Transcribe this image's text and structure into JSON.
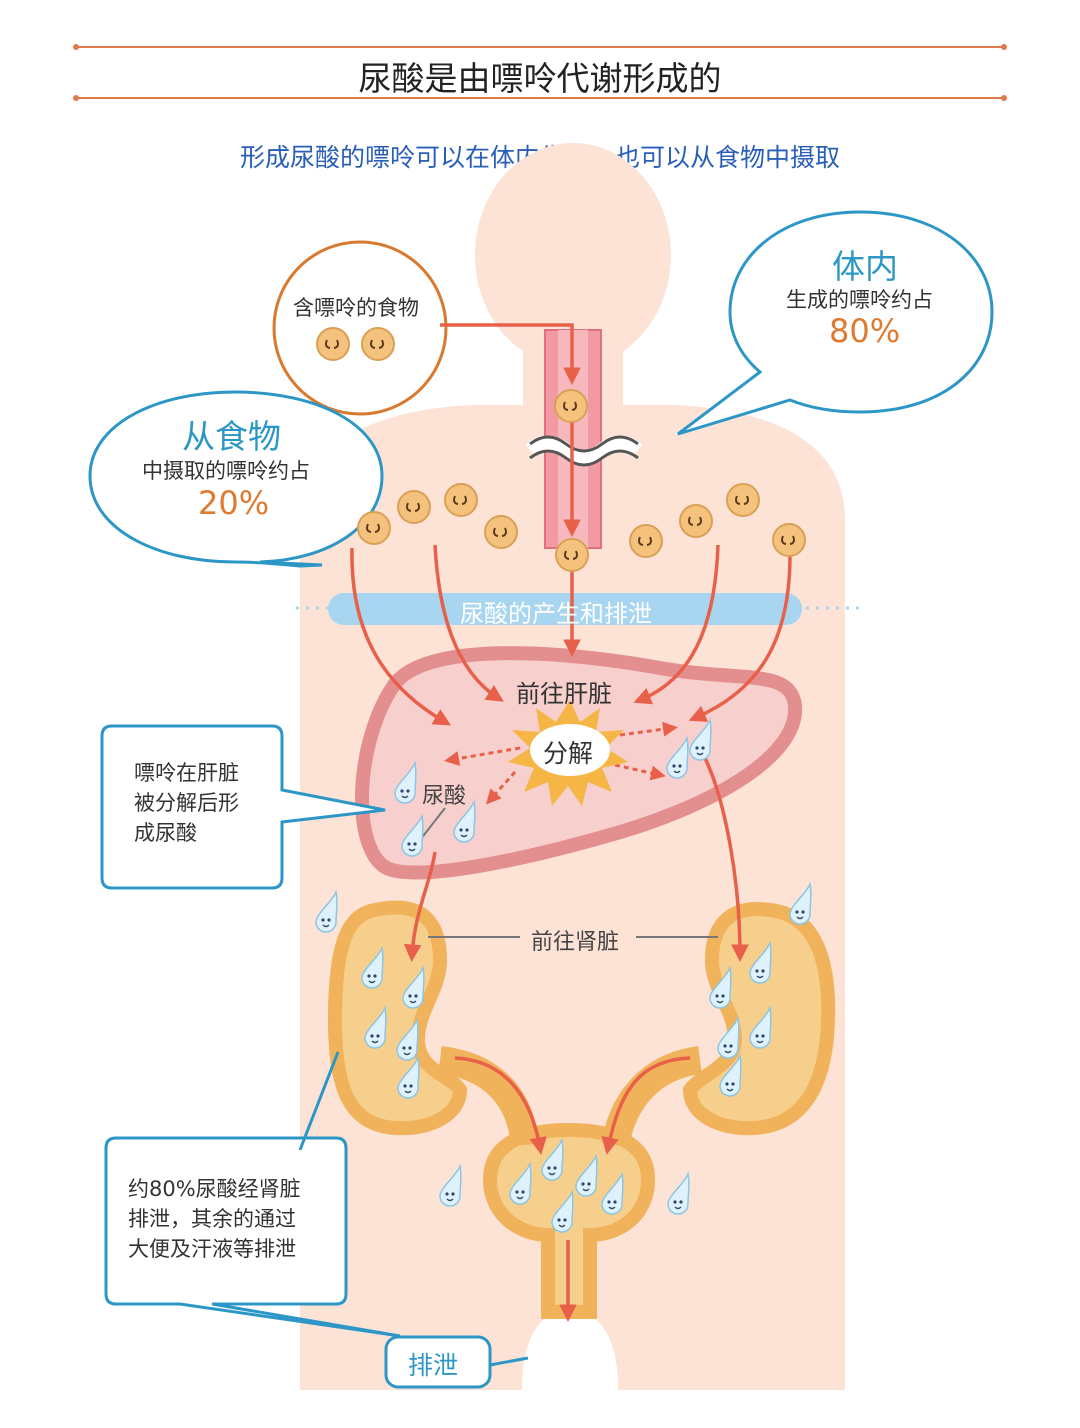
{
  "title": "尿酸是由嘌呤代谢形成的",
  "subtitle": "形成尿酸的嘌呤可以在体内生成，也可以从食物中摄取",
  "food_bubble": {
    "label": "含嘌呤的食物"
  },
  "body_bubble": {
    "heading": "体内",
    "text": "生成的嘌呤约占",
    "percent": "80%"
  },
  "food_share_bubble": {
    "heading": "从食物",
    "text": "中摄取的嘌呤约占",
    "percent": "20%"
  },
  "band_label": "尿酸的产生和排泄",
  "liver": {
    "to_liver": "前往肝脏",
    "decompose": "分解",
    "uric_acid": "尿酸"
  },
  "liver_note": [
    "嘌呤在肝脏",
    "被分解后形",
    "成尿酸"
  ],
  "to_kidney": "前往肾脏",
  "kidney_note": [
    "约80%尿酸经肾脏",
    "排泄，其余的通过",
    "大便及汗液等排泄"
  ],
  "excretion_label": "排泄",
  "colors": {
    "skin": "#fce3d6",
    "liver_fill": "#f7cfcc",
    "liver_border": "#e48f8f",
    "kidney": "#f3b85e",
    "arrow": "#e8604a",
    "bubble_blue": "#2c97c7",
    "bubble_orange": "#d9782f",
    "percent": "#e07a2e",
    "band": "#a8d5ef"
  }
}
